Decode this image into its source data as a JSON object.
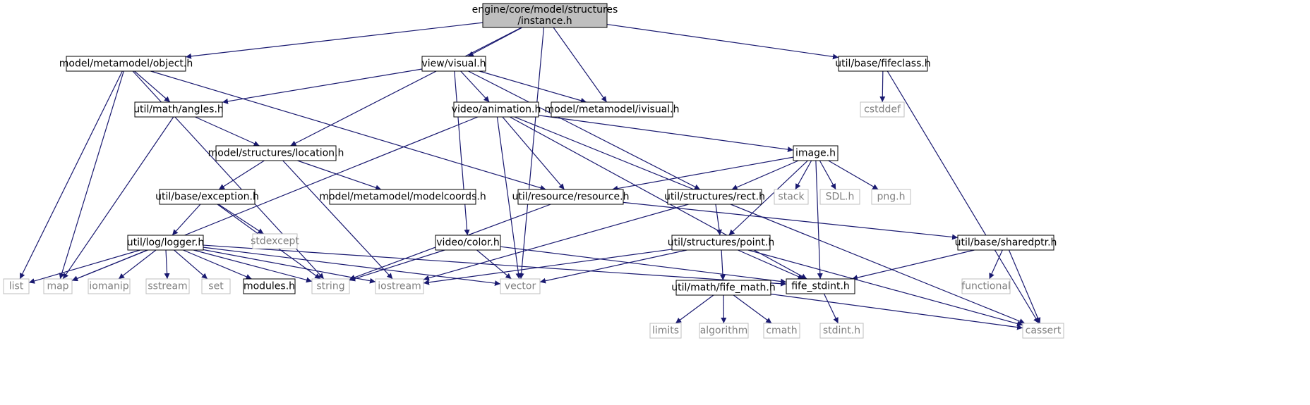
{
  "nodes": [
    {
      "id": "instance",
      "lines": [
        "engine/core/model/structures",
        "/instance.h"
      ],
      "style": "root"
    },
    {
      "id": "object",
      "lines": [
        "model/metamodel/object.h"
      ],
      "style": "doc"
    },
    {
      "id": "visual",
      "lines": [
        "view/visual.h"
      ],
      "style": "doc"
    },
    {
      "id": "fifeclass",
      "lines": [
        "util/base/fifeclass.h"
      ],
      "style": "doc"
    },
    {
      "id": "angles",
      "lines": [
        "util/math/angles.h"
      ],
      "style": "doc"
    },
    {
      "id": "animation",
      "lines": [
        "video/animation.h"
      ],
      "style": "doc"
    },
    {
      "id": "ivisual",
      "lines": [
        "model/metamodel/ivisual.h"
      ],
      "style": "doc"
    },
    {
      "id": "cstddef",
      "lines": [
        "cstddef"
      ],
      "style": "ext"
    },
    {
      "id": "location",
      "lines": [
        "model/structures/location.h"
      ],
      "style": "doc"
    },
    {
      "id": "image",
      "lines": [
        "image.h"
      ],
      "style": "doc"
    },
    {
      "id": "exception",
      "lines": [
        "util/base/exception.h"
      ],
      "style": "doc"
    },
    {
      "id": "modelcoords",
      "lines": [
        "model/metamodel/modelcoords.h"
      ],
      "style": "doc"
    },
    {
      "id": "resource",
      "lines": [
        "util/resource/resource.h"
      ],
      "style": "doc"
    },
    {
      "id": "rect",
      "lines": [
        "util/structures/rect.h"
      ],
      "style": "doc"
    },
    {
      "id": "stack",
      "lines": [
        "stack"
      ],
      "style": "ext"
    },
    {
      "id": "sdl",
      "lines": [
        "SDL.h"
      ],
      "style": "ext"
    },
    {
      "id": "png",
      "lines": [
        "png.h"
      ],
      "style": "ext"
    },
    {
      "id": "stdexcept",
      "lines": [
        "stdexcept"
      ],
      "style": "ext"
    },
    {
      "id": "logger",
      "lines": [
        "util/log/logger.h"
      ],
      "style": "doc"
    },
    {
      "id": "color",
      "lines": [
        "video/color.h"
      ],
      "style": "doc"
    },
    {
      "id": "point",
      "lines": [
        "util/structures/point.h"
      ],
      "style": "doc"
    },
    {
      "id": "sharedptr",
      "lines": [
        "util/base/sharedptr.h"
      ],
      "style": "doc"
    },
    {
      "id": "list",
      "lines": [
        "list"
      ],
      "style": "ext"
    },
    {
      "id": "map",
      "lines": [
        "map"
      ],
      "style": "ext"
    },
    {
      "id": "iomanip",
      "lines": [
        "iomanip"
      ],
      "style": "ext"
    },
    {
      "id": "sstream",
      "lines": [
        "sstream"
      ],
      "style": "ext"
    },
    {
      "id": "set",
      "lines": [
        "set"
      ],
      "style": "ext"
    },
    {
      "id": "modules",
      "lines": [
        "modules.h"
      ],
      "style": "doc"
    },
    {
      "id": "string",
      "lines": [
        "string"
      ],
      "style": "ext"
    },
    {
      "id": "iostream",
      "lines": [
        "iostream"
      ],
      "style": "ext"
    },
    {
      "id": "vector",
      "lines": [
        "vector"
      ],
      "style": "ext"
    },
    {
      "id": "fife_stdint",
      "lines": [
        "fife_stdint.h"
      ],
      "style": "doc"
    },
    {
      "id": "fife_math",
      "lines": [
        "util/math/fife_math.h"
      ],
      "style": "doc"
    },
    {
      "id": "functional",
      "lines": [
        "functional"
      ],
      "style": "ext"
    },
    {
      "id": "limits",
      "lines": [
        "limits"
      ],
      "style": "ext"
    },
    {
      "id": "algorithm",
      "lines": [
        "algorithm"
      ],
      "style": "ext"
    },
    {
      "id": "cmath",
      "lines": [
        "cmath"
      ],
      "style": "ext"
    },
    {
      "id": "cassert",
      "lines": [
        "cassert"
      ],
      "style": "ext"
    },
    {
      "id": "stdint",
      "lines": [
        "stdint.h"
      ],
      "style": "ext"
    }
  ],
  "edges": [
    [
      "instance",
      "object"
    ],
    [
      "instance",
      "visual"
    ],
    [
      "instance",
      "location"
    ],
    [
      "instance",
      "ivisual"
    ],
    [
      "instance",
      "vector"
    ],
    [
      "instance",
      "fifeclass"
    ],
    [
      "object",
      "list"
    ],
    [
      "object",
      "map"
    ],
    [
      "object",
      "string"
    ],
    [
      "object",
      "angles"
    ],
    [
      "object",
      "resource"
    ],
    [
      "visual",
      "angles"
    ],
    [
      "visual",
      "animation"
    ],
    [
      "visual",
      "ivisual"
    ],
    [
      "visual",
      "color"
    ],
    [
      "visual",
      "rect"
    ],
    [
      "fifeclass",
      "cstddef"
    ],
    [
      "fifeclass",
      "cassert"
    ],
    [
      "angles",
      "location"
    ],
    [
      "angles",
      "map"
    ],
    [
      "animation",
      "map"
    ],
    [
      "animation",
      "vector"
    ],
    [
      "animation",
      "resource"
    ],
    [
      "animation",
      "image"
    ],
    [
      "animation",
      "fife_stdint"
    ],
    [
      "animation",
      "cassert"
    ],
    [
      "location",
      "exception"
    ],
    [
      "location",
      "modelcoords"
    ],
    [
      "location",
      "iostream"
    ],
    [
      "image",
      "resource"
    ],
    [
      "image",
      "rect"
    ],
    [
      "image",
      "stack"
    ],
    [
      "image",
      "sdl"
    ],
    [
      "image",
      "png"
    ],
    [
      "image",
      "point"
    ],
    [
      "image",
      "fife_stdint"
    ],
    [
      "exception",
      "logger"
    ],
    [
      "exception",
      "stdexcept"
    ],
    [
      "exception",
      "string"
    ],
    [
      "resource",
      "string"
    ],
    [
      "resource",
      "sharedptr"
    ],
    [
      "rect",
      "point"
    ],
    [
      "rect",
      "iostream"
    ],
    [
      "logger",
      "list"
    ],
    [
      "logger",
      "map"
    ],
    [
      "logger",
      "iomanip"
    ],
    [
      "logger",
      "sstream"
    ],
    [
      "logger",
      "set"
    ],
    [
      "logger",
      "modules"
    ],
    [
      "logger",
      "string"
    ],
    [
      "logger",
      "iostream"
    ],
    [
      "logger",
      "vector"
    ],
    [
      "logger",
      "fife_stdint"
    ],
    [
      "color",
      "string"
    ],
    [
      "color",
      "vector"
    ],
    [
      "color",
      "fife_stdint"
    ],
    [
      "point",
      "iostream"
    ],
    [
      "point",
      "vector"
    ],
    [
      "point",
      "fife_math"
    ],
    [
      "point",
      "fife_stdint"
    ],
    [
      "point",
      "cassert"
    ],
    [
      "sharedptr",
      "fife_stdint"
    ],
    [
      "sharedptr",
      "functional"
    ],
    [
      "sharedptr",
      "cassert"
    ],
    [
      "fife_math",
      "limits"
    ],
    [
      "fife_math",
      "algorithm"
    ],
    [
      "fife_math",
      "cmath"
    ],
    [
      "fife_math",
      "cassert"
    ],
    [
      "fife_stdint",
      "stdint"
    ]
  ],
  "colors": {
    "edge": "#191970",
    "root_fill": "#bfbfbf",
    "root_border": "#000000",
    "doc_border": "#000000",
    "ext_border": "#bfbfbf",
    "ext_text": "#7f7f7f",
    "text": "#000000"
  }
}
